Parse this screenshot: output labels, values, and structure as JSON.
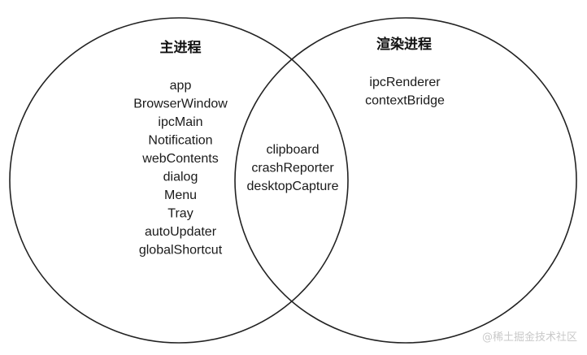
{
  "diagram": {
    "left_title": "主进程",
    "right_title": "渲染进程",
    "left_only": [
      "app",
      "BrowserWindow",
      "ipcMain",
      "Notification",
      "webContents",
      "dialog",
      "Menu",
      "Tray",
      "autoUpdater",
      "globalShortcut"
    ],
    "right_only": [
      "ipcRenderer",
      "contextBridge"
    ],
    "shared": [
      "clipboard",
      "crashReporter",
      "desktopCapture"
    ]
  },
  "watermark": "@稀土掘金技术社区",
  "colors": {
    "stroke": "#222222",
    "text": "#1a1a1a",
    "watermark": "#c9c9c9"
  }
}
